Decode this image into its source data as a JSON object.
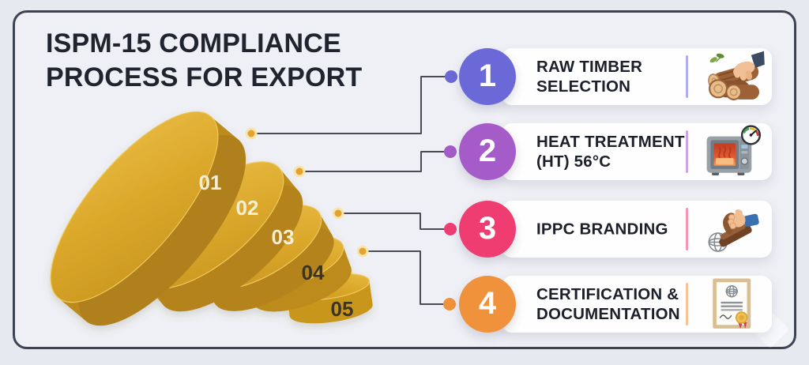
{
  "title": "ISPM-15 COMPLIANCE PROCESS FOR EXPORT",
  "funnel": {
    "labels": [
      "01",
      "02",
      "03",
      "04",
      "05"
    ],
    "disc_face_color": "#DCA92C",
    "disc_rim_color": "#B5831E",
    "connector_line_color": "#4B4B55",
    "connector_dot_color": "#E2A42F"
  },
  "steps": [
    {
      "number": "1",
      "label": "RAW TIMBER SELECTION",
      "accent": "#6B68D8",
      "icon": "timber-logs-icon"
    },
    {
      "number": "2",
      "label": "HEAT TREATMENT (HT) 56°C",
      "accent": "#A55BC8",
      "icon": "heat-treatment-oven-icon"
    },
    {
      "number": "3",
      "label": "IPPC BRANDING",
      "accent": "#EF3D72",
      "icon": "ippc-stamp-icon"
    },
    {
      "number": "4",
      "label": "CERTIFICATION & DOCUMENTATION",
      "accent": "#F0913C",
      "icon": "certificate-document-icon"
    }
  ],
  "colors": {
    "background": "#E7E9F1",
    "panel_background": "#EFF0F6",
    "panel_border": "#3E4352",
    "title_text": "#20242F",
    "step_text": "#1C202B",
    "card_background": "#FEFEFE"
  }
}
